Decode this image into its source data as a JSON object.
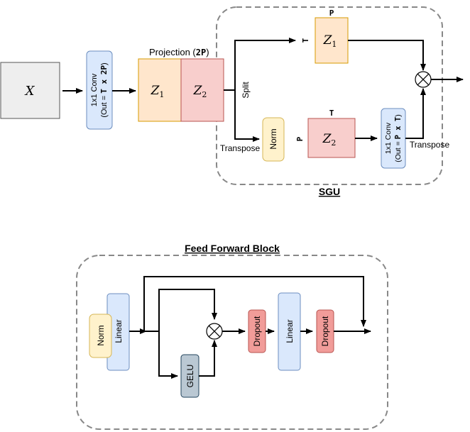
{
  "sgu_diagram": {
    "input_label": "X",
    "conv_in": {
      "line1": "1x1 Conv",
      "line2_prefix": "(Out = ",
      "line2_code": "T x 2P",
      "line2_suffix": ")"
    },
    "projection": {
      "title_prefix": "Projection (",
      "title_code": "2P",
      "title_suffix": ")",
      "z1": "Z",
      "z1_sub": "1",
      "z2": "Z",
      "z2_sub": "2"
    },
    "split_label": "Split",
    "transpose_label_left": "Transpose",
    "transpose_label_right": "Transpose",
    "top_branch": {
      "z": "Z",
      "z_sub": "1",
      "dim_top": "P",
      "dim_left": "T"
    },
    "norm_label": "Norm",
    "bottom_branch": {
      "z": "Z",
      "z_sub": "2",
      "dim_top": "T",
      "dim_left": "P"
    },
    "conv_out": {
      "line1": "1x1 Conv",
      "line2_prefix": "(Out = ",
      "line2_code": "P x T",
      "line2_suffix": ")"
    },
    "group_title": "SGU"
  },
  "ffn_diagram": {
    "group_title": "Feed Forward Block",
    "norm_label": "Norm",
    "linear1_label": "Linear",
    "gelu_label": "GELU",
    "dropout1_label": "Dropout",
    "linear2_label": "Linear",
    "dropout2_label": "Dropout"
  },
  "colors": {
    "orange_fill": "#ffe6cc",
    "orange_stroke": "#d79b00",
    "red_fill": "#f8cecc",
    "red_stroke": "#b85450",
    "blue_fill": "#dae8fc",
    "blue_stroke": "#6c8ebf",
    "yellow_fill": "#fff2cc",
    "yellow_stroke": "#d6b656",
    "gray_fill": "#eeeeee",
    "gray_stroke": "#555555",
    "dropout_fill": "#f19c99",
    "gelu_fill": "#bac8d3",
    "gelu_stroke": "#23445d",
    "dashed": "#888888"
  }
}
